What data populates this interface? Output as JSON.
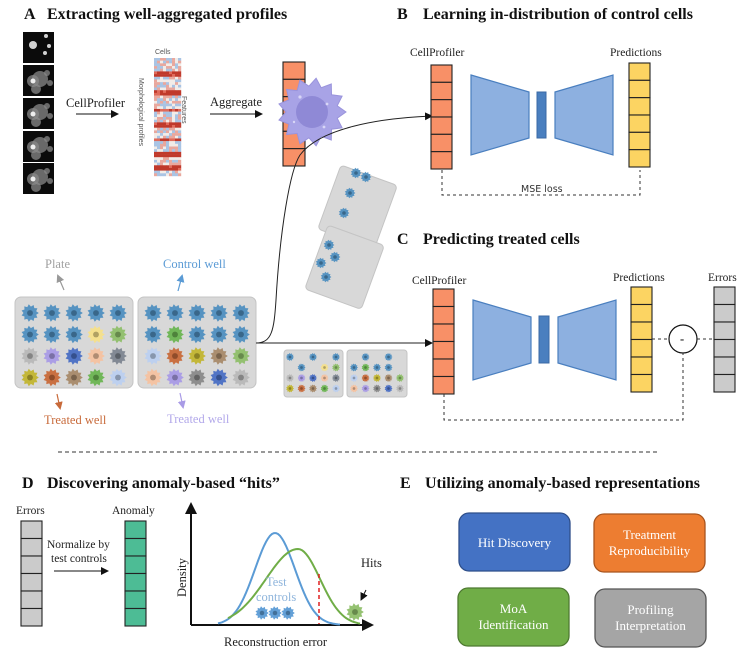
{
  "panels": {
    "A": {
      "letter": "A",
      "title": "Extracting well-aggregated profiles",
      "step1": "CellProfiler",
      "step2": "Aggregate",
      "heatmap_top": "Cells",
      "heatmap_left": "Morphological profiles",
      "heatmap_right": "Features"
    },
    "B": {
      "letter": "B",
      "title": "Learning in-distribution of control cells",
      "input_label": "CellProfiler",
      "output_label": "Predictions",
      "loss_label": "MSE loss"
    },
    "C": {
      "letter": "C",
      "title": "Predicting treated cells",
      "input_label": "CellProfiler",
      "output_label": "Predictions",
      "errors_label": "Errors",
      "minus_symbol": "-"
    },
    "D": {
      "letter": "D",
      "title": "Discovering anomaly-based “hits”",
      "errors_label": "Errors",
      "anomaly_label": "Anomaly",
      "normalize_line1": "Normalize by",
      "normalize_line2": "test controls",
      "y_axis": "Density",
      "x_axis": "Reconstruction error",
      "test_line1": "Test",
      "test_line2": "controls",
      "hits_label": "Hits"
    },
    "E": {
      "letter": "E",
      "title": "Utilizing anomaly-based representations",
      "boxes": [
        {
          "line1": "Hit Discovery",
          "line2": "",
          "fill": "#4472c4",
          "stroke": "#2f4f8a",
          "text": "#ffffff"
        },
        {
          "line1": "Treatment",
          "line2": "Reproducibility",
          "fill": "#ed7d31",
          "stroke": "#a8551f",
          "text": "#ffffff"
        },
        {
          "line1": "MoA",
          "line2": "Identification",
          "fill": "#70ad47",
          "stroke": "#4e7a31",
          "text": "#ffffff"
        },
        {
          "line1": "Profiling",
          "line2": "Interpretation",
          "fill": "#a5a5a5",
          "stroke": "#555555",
          "text": "#ffffff"
        }
      ]
    }
  },
  "plate": {
    "plate_label": "Plate",
    "control_label": "Control well",
    "treated_label_1": "Treated well",
    "treated_label_2": "Treated well",
    "plate1_colors": [
      [
        "#4f8fc0",
        "#4f8fc0",
        "#4f8fc0",
        "#4f8fc0",
        "#4f8fc0"
      ],
      [
        "#4f8fc0",
        "#4f8fc0",
        "#4f8fc0",
        "#f5e08a",
        "#8fbf6a"
      ],
      [
        "#b8b8b8",
        "#a99be6",
        "#4a6fc4",
        "#f5c2a0",
        "#7d8590"
      ],
      [
        "#c2b530",
        "#c86a3a",
        "#a88a6a",
        "#6cb552",
        "#bcd0f0"
      ]
    ],
    "plate2_colors": [
      [
        "#4f8fc0",
        "#4f8fc0",
        "#4f8fc0",
        "#4f8fc0",
        "#4f8fc0"
      ],
      [
        "#4f8fc0",
        "#6cb552",
        "#4f8fc0",
        "#4f8fc0",
        "#4f8fc0"
      ],
      [
        "#bcd0f0",
        "#c86a3a",
        "#c2b530",
        "#a88a6a",
        "#8fbf6a"
      ],
      [
        "#f5c2a0",
        "#a99be6",
        "#8a8a8a",
        "#4a6fc4",
        "#b8b8b8"
      ]
    ]
  },
  "colors": {
    "cellprofiler": "#f89067",
    "predictions": "#fcd462",
    "errors": "#cbcbcb",
    "anomaly": "#4dbc95",
    "encoder": "#8db0e0",
    "bottleneck": "#4a7fbf",
    "control_curve": "#5b9bd5",
    "treated_curve": "#70ad47",
    "threshold": "#e02020"
  }
}
